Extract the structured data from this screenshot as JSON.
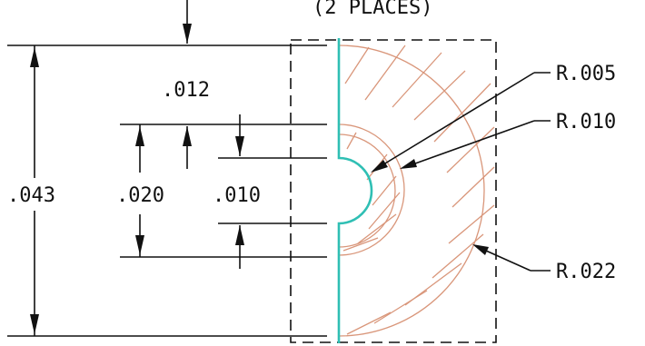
{
  "note": "(2 PLACES)",
  "dimensions": {
    "overall_height": ".043",
    "top_offset": ".012",
    "slot_width": ".020",
    "notch_width": ".010"
  },
  "radii": [
    {
      "label": "R.005"
    },
    {
      "label": "R.010"
    },
    {
      "label": "R.022"
    }
  ],
  "colors": {
    "line": "#111111",
    "hatch": "#d9967a",
    "profile": "#2fbfb4"
  }
}
